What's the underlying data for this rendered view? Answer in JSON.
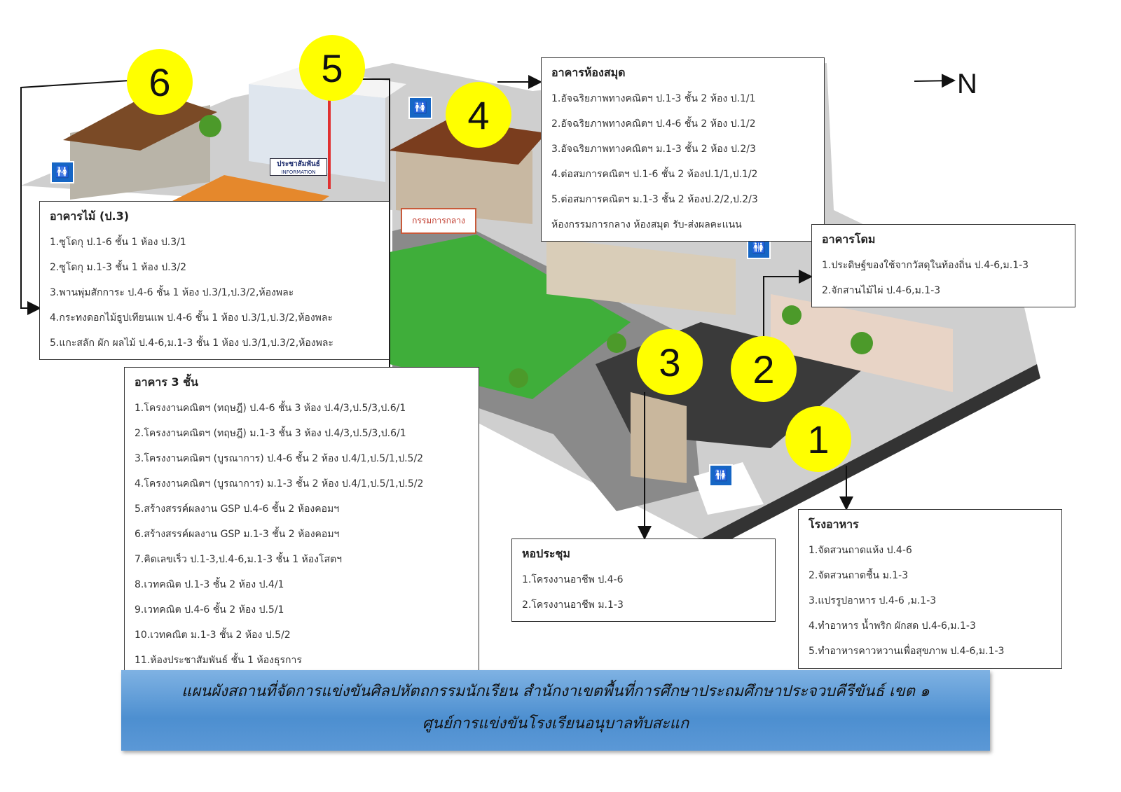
{
  "north_label": "N",
  "markers": [
    "1",
    "2",
    "3",
    "4",
    "5",
    "6"
  ],
  "signs": {
    "info_th": "ประชาสัมพันธ์",
    "info_en": "INFORMATION",
    "central_committee": "กรรมการกลาง"
  },
  "buildings": {
    "library": {
      "title": "อาคารห้องสมุด",
      "items": [
        "1.อัจฉริยภาพทางคณิตฯ ป.1-3 ชั้น 2 ห้อง ป.1/1",
        "2.อัจฉริยภาพทางคณิตฯ ป.4-6 ชั้น 2 ห้อง ป.1/2",
        "3.อัจฉริยภาพทางคณิตฯ ม.1-3 ชั้น 2 ห้อง ป.2/3",
        "4.ต่อสมการคณิตฯ ป.1-6 ชั้น 2 ห้องป.1/1,ป.1/2",
        "5.ต่อสมการคณิตฯ ม.1-3 ชั้น 2 ห้องป.2/2,ป.2/3",
        "ห้องกรรมการกลาง  ห้องสมุด รับ-ส่งผลคะแนน"
      ]
    },
    "wood": {
      "title": "อาคารไม้ (ป.3)",
      "items": [
        "1.ซูโดกุ ป.1-6 ชั้น 1 ห้อง ป.3/1",
        "2.ซูโดกุ ม.1-3 ชั้น 1 ห้อง ป.3/2",
        "3.พานพุ่มสักการะ ป.4-6 ชั้น 1 ห้อง ป.3/1,ป.3/2,ห้องพละ",
        "4.กระทงดอกไม้ธูปเทียนแพ ป.4-6 ชั้น 1 ห้อง ป.3/1,ป.3/2,ห้องพละ",
        "5.แกะสลัก ผัก ผลไม้ ป.4-6,ม.1-3 ชั้น 1 ห้อง ป.3/1,ป.3/2,ห้องพละ"
      ]
    },
    "three_storey": {
      "title": "อาคาร 3 ชั้น",
      "items": [
        "1.โครงงานคณิตฯ (ทฤษฎี) ป.4-6 ชั้น 3 ห้อง ป.4/3,ป.5/3,ป.6/1",
        "2.โครงงานคณิตฯ (ทฤษฎี) ม.1-3 ชั้น 3 ห้อง ป.4/3,ป.5/3,ป.6/1",
        "3.โครงงานคณิตฯ (บูรณาการ) ป.4-6 ชั้น 2 ห้อง ป.4/1,ป.5/1,ป.5/2",
        "4.โครงงานคณิตฯ (บูรณาการ) ม.1-3 ชั้น 2 ห้อง ป.4/1,ป.5/1,ป.5/2",
        "5.สร้างสรรค์ผลงาน GSP ป.4-6 ชั้น 2 ห้องคอมฯ",
        "6.สร้างสรรค์ผลงาน GSP ม.1-3 ชั้น 2 ห้องคอมฯ",
        "7.คิดเลขเร็ว ป.1-3,ป.4-6,ม.1-3 ชั้น 1 ห้องโสตฯ",
        "8.เวทคณิต ป.1-3 ชั้น 2 ห้อง ป.4/1",
        "9.เวทคณิต ป.4-6 ชั้น 2 ห้อง ป.5/1",
        "10.เวทคณิต ม.1-3 ชั้น 2 ห้อง ป.5/2",
        "11.ห้องประชาสัมพันธ์ ชั้น 1 ห้องธุรการ"
      ]
    },
    "dome": {
      "title": "อาคารโดม",
      "items": [
        "1.ประดิษฐ์ของใช้จากวัสดุในท้องถิ่น ป.4-6,ม.1-3",
        "2.จักสานไม้ไผ่ ป.4-6,ม.1-3"
      ]
    },
    "hall": {
      "title": "หอประชุม",
      "items": [
        "1.โครงงานอาชีพ ป.4-6",
        "2.โครงงานอาชีพ ม.1-3"
      ]
    },
    "canteen": {
      "title": "โรงอาหาร",
      "items": [
        "1.จัดสวนถาดแห้ง ป.4-6",
        "2.จัดสวนถาดชื้น ม.1-3",
        "3.แปรรูปอาหาร ป.4-6 ,ม.1-3",
        "4.ทำอาหาร น้ำพริก ผักสด ป.4-6,ม.1-3",
        "5.ทำอาหารคาวหวานเพื่อสุขภาพ  ป.4-6,ม.1-3"
      ]
    }
  },
  "banner": {
    "line1": "แผนผังสถานที่จัดการแข่งขันศิลปหัตถกรรมนักเรียน สำนักงาเขตพื้นที่การศึกษาประถมศึกษาประจวบคีรีขันธ์ เขต ๑",
    "line2": "ศูนย์การแข่งขันโรงเรียนอนุบาลทับสะแก"
  }
}
